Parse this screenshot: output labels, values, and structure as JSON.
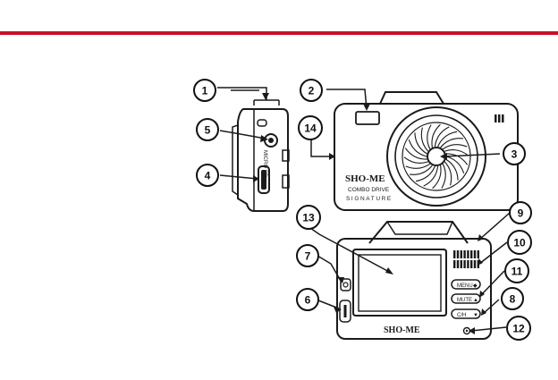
{
  "accent_color": "#c8102e",
  "callouts": [
    "1",
    "2",
    "3",
    "4",
    "5",
    "6",
    "7",
    "8",
    "9",
    "10",
    "11",
    "12",
    "13",
    "14"
  ],
  "device": {
    "brand": "SHO-ME",
    "model_line1": "COMBO DRIVE",
    "model_line2": "SIGNATURE",
    "side_label": "MICRO SD",
    "back_brand": "SHO-ME"
  },
  "buttons": {
    "menu": "MENU",
    "mute": "MUTE",
    "ch": "C/H"
  }
}
